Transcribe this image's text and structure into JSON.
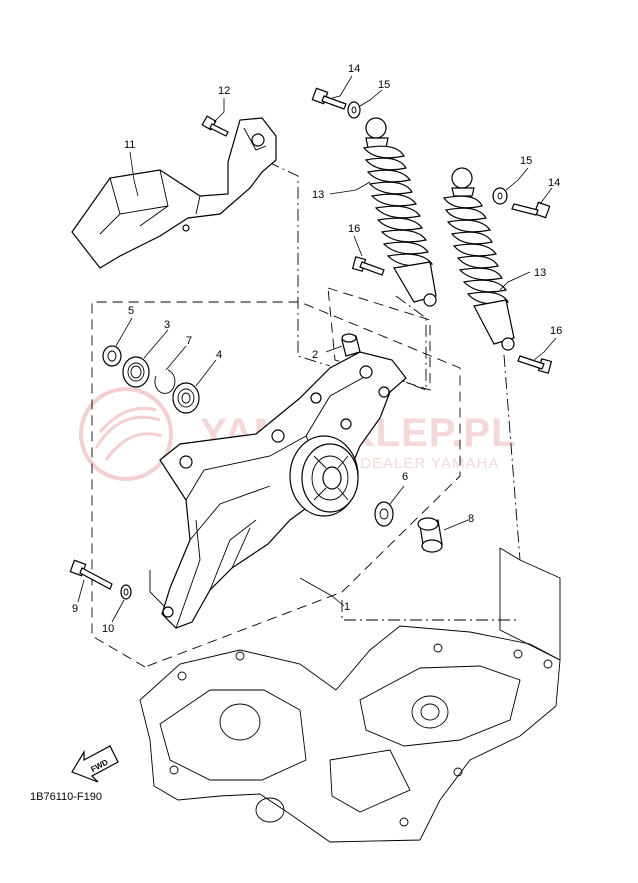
{
  "diagram_code": "1B76110-F190",
  "fwd_label": "FWD",
  "watermark": {
    "title": "YAMASKLEP.PL",
    "subtitle": "AUTORYZOWANY | DEALER YAMAHA"
  },
  "callouts": {
    "c1": "1",
    "c2": "2",
    "c3": "3",
    "c4": "4",
    "c5": "5",
    "c6": "6",
    "c7": "7",
    "c8": "8",
    "c9": "9",
    "c10": "10",
    "c11": "11",
    "c12": "12",
    "c13a": "13",
    "c13b": "13",
    "c14a": "14",
    "c14b": "14",
    "c15a": "15",
    "c15b": "15",
    "c16a": "16",
    "c16b": "16"
  },
  "colors": {
    "line": "#000000",
    "watermark": "#e8a0a0",
    "background": "#ffffff"
  }
}
